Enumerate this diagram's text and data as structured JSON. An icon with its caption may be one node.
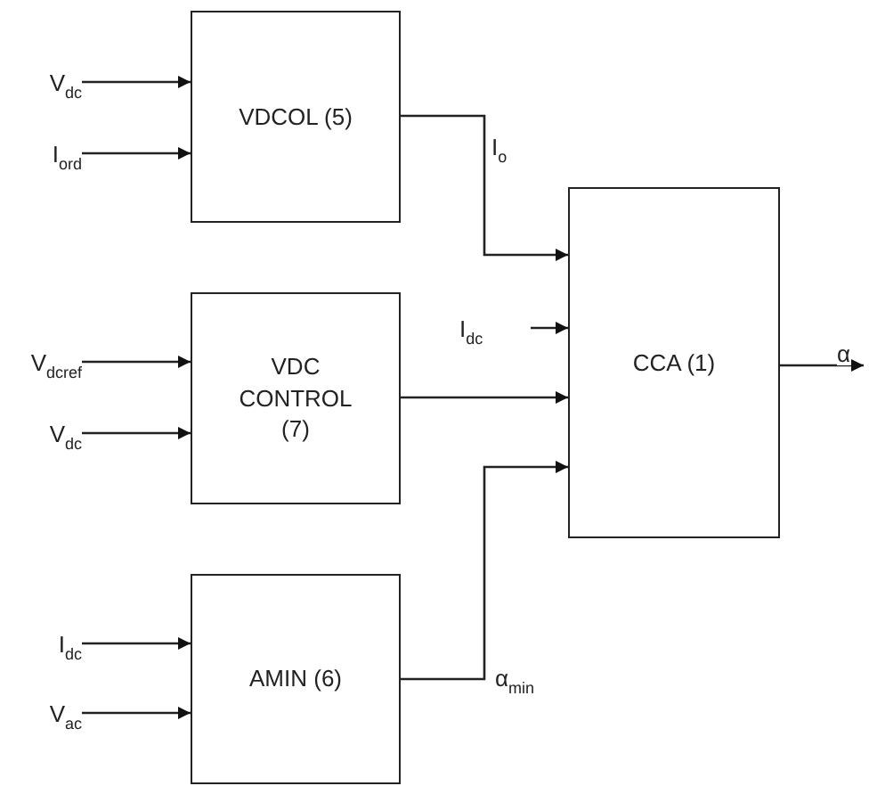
{
  "diagram": {
    "nodes": [
      {
        "text": [
          "VDCOL (5)"
        ]
      },
      {
        "text": [
          "V$_{dc}$"
        ]
      },
      {
        "text": [
          "I$_{ord}$"
        ]
      },
      {
        "text": [
          "VDC CONTROL (7)"
        ]
      },
      {
        "text": [
          "V$_{dcref}$"
        ]
      },
      {
        "text": [
          "V$_{dc}$"
        ]
      },
      {
        "text": [
          "CCA (1)"
        ]
      },
      {
        "text": [
          "I$_{dc}$"
        ]
      },
      {
        "text": [
          "AMIN (6)"
        ]
      },
      {
        "text": [
          "I$_{dc}$"
        ]
      },
      {
        "text": [
          "V$_{ac}$"
        ]
      }
    ],
    "edges": [
      {
        "from": 1,
        "to": 0,
        "arrow": "to"
      },
      {
        "from": 2,
        "to": 0,
        "arrow": "to"
      },
      {
        "from": 4,
        "to": 3,
        "arrow": "to"
      },
      {
        "from": 5,
        "to": 3,
        "arrow": "to"
      },
      {
        "from": 9,
        "to": 8,
        "arrow": "to"
      },
      {
        "from": 10,
        "to": 8,
        "arrow": "to"
      },
      {
        "from": 0,
        "to": 6,
        "arrow": "to",
        "label": "I$_{o}$"
      },
      {
        "from": 7,
        "to": 6,
        "arrow": "to"
      },
      {
        "from": 3,
        "to": 6,
        "arrow": "to"
      },
      {
        "from": 8,
        "to": 6,
        "arrow": "to",
        "label": "α$_{min}$"
      },
      {
        "from": 6,
        "to": null,
        "arrow": "to",
        "label": "α"
      }
    ]
  }
}
